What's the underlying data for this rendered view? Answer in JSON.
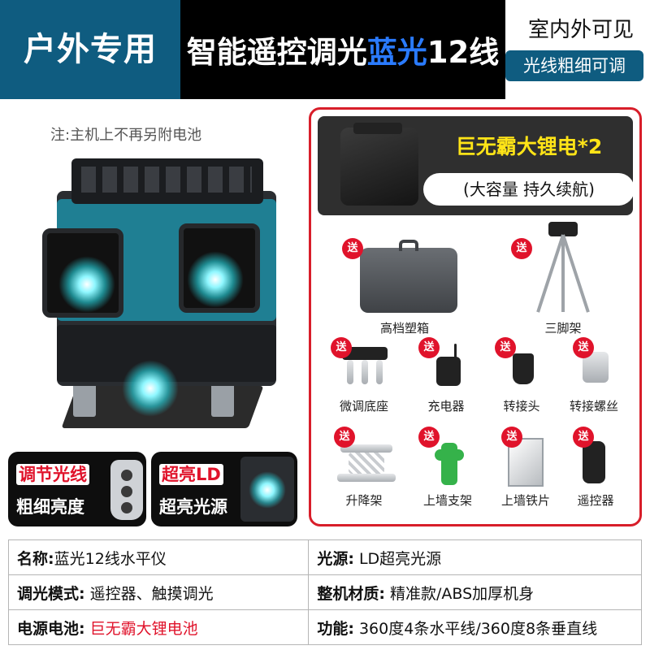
{
  "banner": {
    "left_text": "户外专用",
    "mid_text_a": "智能遥控调光",
    "mid_text_b": "蓝光",
    "mid_text_c": "12线",
    "right_top": "室内外可见",
    "right_pill": "光线粗细可调"
  },
  "note": "注:主机上不再另附电池",
  "tags": {
    "tag1_line1": "调节光线",
    "tag1_line2": "粗细亮度",
    "tag2_line1": "超亮LD",
    "tag2_line2": "超亮光源"
  },
  "battery": {
    "title": "巨无霸大锂电*2",
    "subtitle": "(大容量 持久续航)"
  },
  "gift_badge": "送",
  "accessories": [
    {
      "name": "高档塑箱",
      "icon": "plastic-case-icon"
    },
    {
      "name": "三脚架",
      "icon": "tripod-icon"
    },
    {
      "name": "微调底座",
      "icon": "fine-tune-base-icon"
    },
    {
      "name": "充电器",
      "icon": "charger-icon"
    },
    {
      "name": "转接头",
      "icon": "adapter-icon"
    },
    {
      "name": "转接螺丝",
      "icon": "adapter-screw-icon"
    },
    {
      "name": "升降架",
      "icon": "lift-stand-icon"
    },
    {
      "name": "上墙支架",
      "icon": "wall-bracket-icon"
    },
    {
      "name": "上墙铁片",
      "icon": "wall-plate-icon"
    },
    {
      "name": "遥控器",
      "icon": "remote-icon"
    }
  ],
  "specs": {
    "name_key": "名称:",
    "name_val": "蓝光12线水平仪",
    "light_key": "光源:",
    "light_val": "LD超亮光源",
    "dim_key": "调光模式:",
    "dim_val": "遥控器、触摸调光",
    "material_key": "整机材质:",
    "material_val": "精准款/ABS加厚机身",
    "power_key": "电源电池:",
    "power_val": "巨无霸大锂电池",
    "func_key": "功能:",
    "func_val": "360度4条水平线/360度8条垂直线"
  },
  "colors": {
    "brand_blue": "#0f5c80",
    "accent_red": "#e0132b",
    "highlight_yellow": "#ffe417",
    "laser_teal": "#1f7f93"
  }
}
